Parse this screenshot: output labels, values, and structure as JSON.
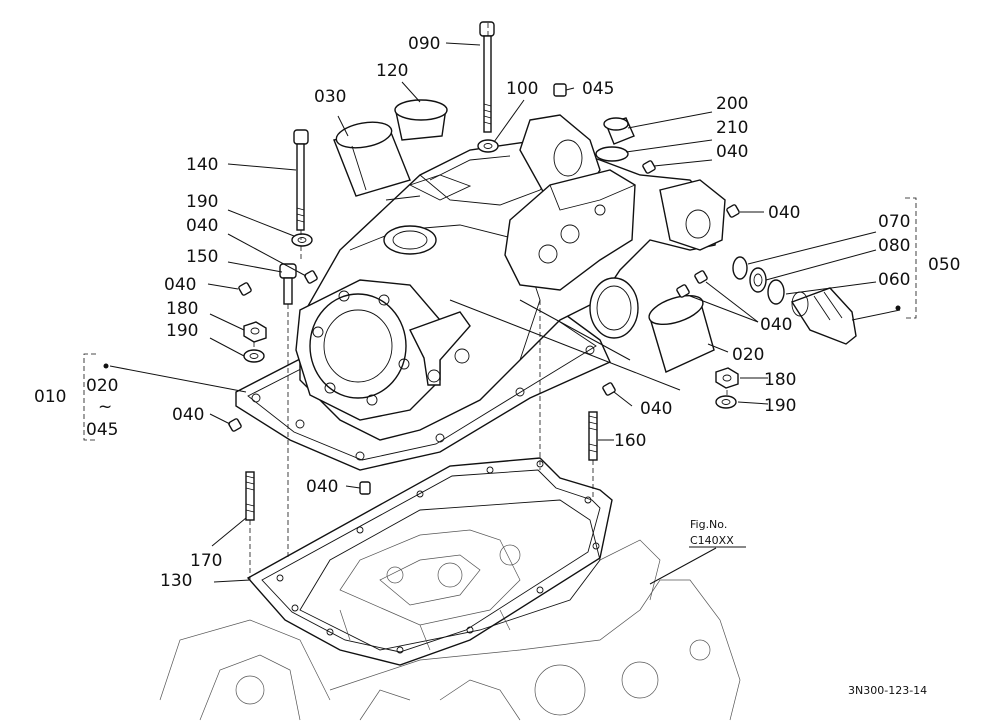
{
  "callouts": {
    "c090": "090",
    "c120": "120",
    "c030": "030",
    "c100": "100",
    "c045": "045",
    "c200": "200",
    "c210": "210",
    "c040a": "040",
    "c140": "140",
    "c190a": "190",
    "c040b": "040",
    "c040c": "040",
    "c150": "150",
    "c040d": "040",
    "c180a": "180",
    "c190b": "190",
    "c070": "070",
    "c080": "080",
    "c060": "060",
    "c050": "050",
    "c040e": "040",
    "c020": "020",
    "c180b": "180",
    "c190c": "190",
    "c040f": "040",
    "c160": "160",
    "c010": "010",
    "c020g": "020",
    "tilde": "~",
    "c045g": "045",
    "c040g": "040",
    "c040h": "040",
    "c170": "170",
    "c130": "130"
  },
  "figure_ref": {
    "line1": "Fig.No.",
    "line2": "C140XX"
  },
  "drawing_code": "3N300-123-14"
}
